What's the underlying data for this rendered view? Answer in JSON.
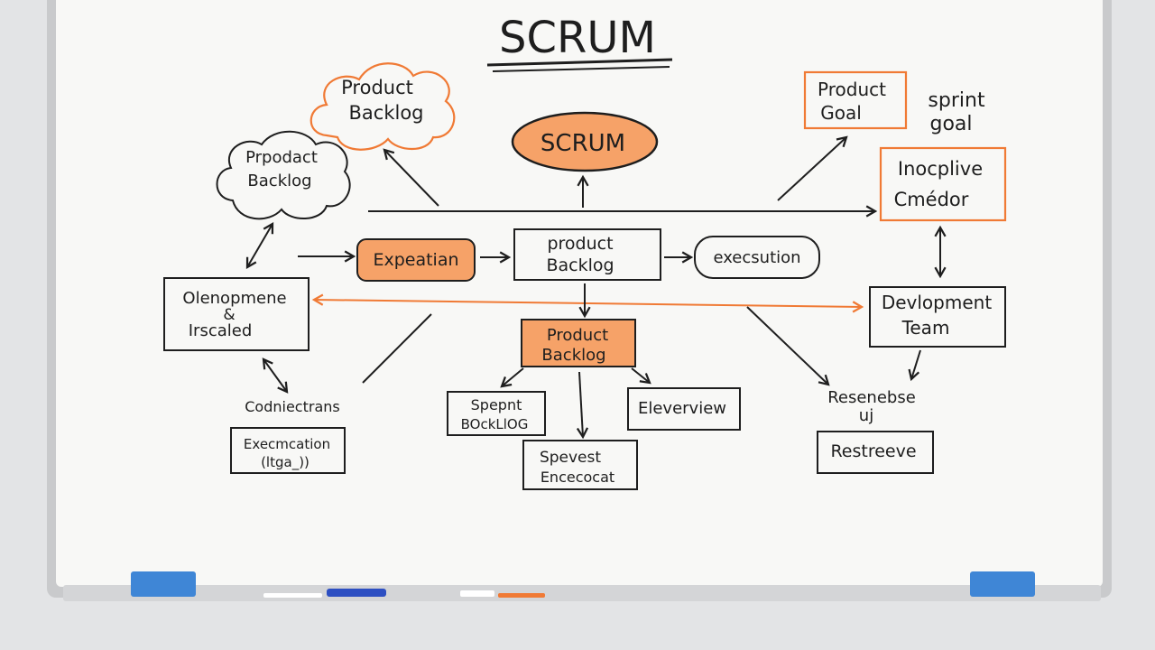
{
  "title": "SCRUM",
  "center_oval": "SCRUM",
  "nodes": {
    "cloud_top": [
      "Product",
      "Backlog"
    ],
    "cloud_left": [
      "Prpodact",
      "Backlog"
    ],
    "product_goal": [
      "Product",
      "Goal"
    ],
    "sprint_goal": [
      "sprint",
      "goal"
    ],
    "incoplive": [
      "Inocplive",
      "Cmédor"
    ],
    "expectation": "Expeatian",
    "product_backlog_mid": [
      "product",
      "Backlog"
    ],
    "execution": "execsution",
    "olenopment": [
      "Olenopmene",
      "&",
      "Irscaled"
    ],
    "devlopment_team": [
      "Devlopment",
      "Team"
    ],
    "product_backlog_orange": [
      "Product",
      "Backlog"
    ],
    "codniectrans": "Codniectrans",
    "execmcation": [
      "Execmcation",
      "(ltga_))"
    ],
    "spepnt_backlog": [
      "Spepnt",
      "BOckLlOG"
    ],
    "eleverview": "Eleverview",
    "spevest": [
      "Spevest",
      "Encecocat"
    ],
    "resenebse": [
      "Resenebse",
      "uj"
    ],
    "restreeve": "Restreeve"
  },
  "colors": {
    "ink": "#1e1e1e",
    "accent": "#f07a35",
    "accent_fill": "#f6a268",
    "board": "#f8f8f6",
    "eraser": "#3f86d6"
  },
  "tray": {
    "erasers": 2,
    "markers": [
      "white",
      "blue",
      "white",
      "orange"
    ]
  }
}
